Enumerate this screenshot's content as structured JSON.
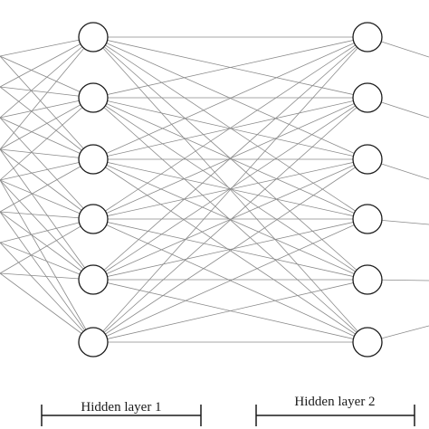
{
  "diagram": {
    "type": "neural-network",
    "layers": [
      {
        "name": "input",
        "nodes": 8,
        "visible_nodes": false
      },
      {
        "name": "hidden-1",
        "nodes": 6,
        "visible_nodes": true
      },
      {
        "name": "hidden-2",
        "nodes": 6,
        "visible_nodes": true
      },
      {
        "name": "output",
        "nodes": 6,
        "visible_nodes": false
      }
    ],
    "labels": {
      "hidden1": "Hidden layer 1",
      "hidden2": "Hidden layer 2"
    },
    "colors": {
      "edge": "#8a8a8a",
      "node_stroke": "#1a1a1a",
      "node_fill": "#ffffff",
      "background": "#ffffff"
    }
  }
}
